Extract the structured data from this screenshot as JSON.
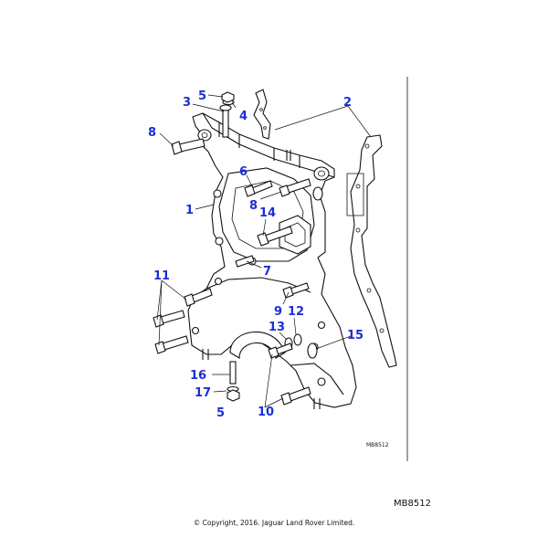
{
  "callouts": [
    {
      "id": "c1",
      "text": "1"
    },
    {
      "id": "c2",
      "text": "2"
    },
    {
      "id": "c3",
      "text": "3"
    },
    {
      "id": "c4",
      "text": "4"
    },
    {
      "id": "c5a",
      "text": "5"
    },
    {
      "id": "c5b",
      "text": "5"
    },
    {
      "id": "c6",
      "text": "6"
    },
    {
      "id": "c7",
      "text": "7"
    },
    {
      "id": "c8a",
      "text": "8"
    },
    {
      "id": "c8b",
      "text": "8"
    },
    {
      "id": "c9",
      "text": "9"
    },
    {
      "id": "c10",
      "text": "10"
    },
    {
      "id": "c11",
      "text": "11"
    },
    {
      "id": "c12",
      "text": "12"
    },
    {
      "id": "c13",
      "text": "13"
    },
    {
      "id": "c14",
      "text": "14"
    },
    {
      "id": "c15",
      "text": "15"
    },
    {
      "id": "c16",
      "text": "16"
    },
    {
      "id": "c17",
      "text": "17"
    }
  ],
  "diagram_code": "MB8512",
  "sheet_code": "MB8512",
  "copyright": "© Copyright, 2016. Jaguar Land Rover Limited."
}
